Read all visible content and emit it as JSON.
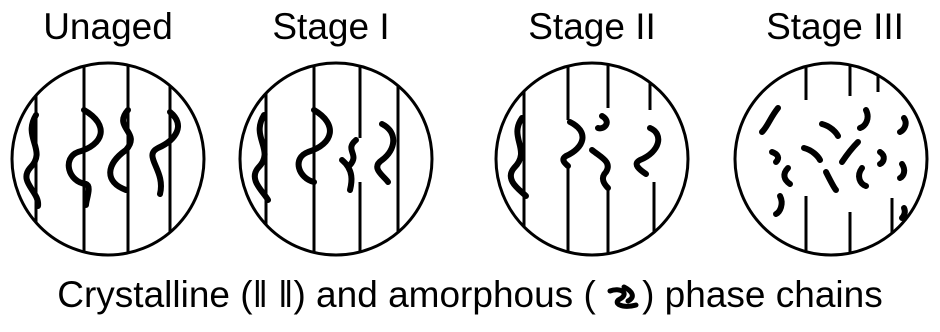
{
  "panels": [
    {
      "title": "Unaged"
    },
    {
      "title": "Stage I"
    },
    {
      "title": "Stage II"
    },
    {
      "title": "Stage III"
    }
  ],
  "caption": {
    "prefix": "Crystalline (",
    "crystalline_symbol": "‖ ‖",
    "middle": ") and amorphous (",
    "suffix": ") phase chains"
  }
}
